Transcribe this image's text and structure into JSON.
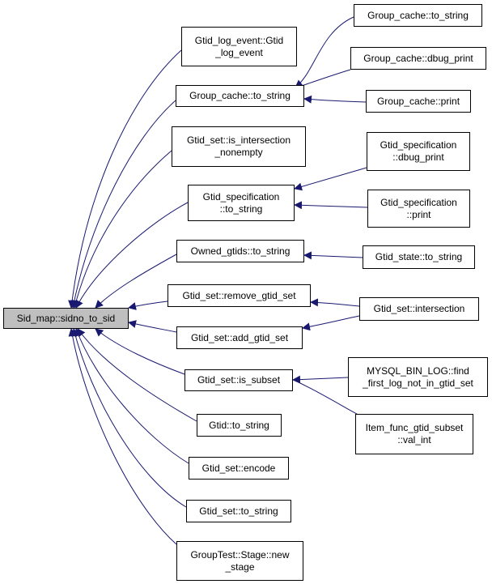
{
  "colors": {
    "edge": "#191970",
    "root_fill": "#bfbfbf",
    "node_fill": "#ffffff",
    "border": "#000000"
  },
  "nodes": {
    "root": "Sid_map::sidno_to_sid",
    "gtid_log_event": "Gtid_log_event::Gtid\n_log_event",
    "group_cache_to_string": "Group_cache::to_string",
    "gtid_set_is_intersection_nonempty": "Gtid_set::is_intersection\n_nonempty",
    "gtid_specification_to_string": "Gtid_specification\n::to_string",
    "owned_gtids_to_string": "Owned_gtids::to_string",
    "gtid_set_remove_gtid_set": "Gtid_set::remove_gtid_set",
    "gtid_set_add_gtid_set": "Gtid_set::add_gtid_set",
    "gtid_set_is_subset": "Gtid_set::is_subset",
    "gtid_to_string": "Gtid::to_string",
    "gtid_set_encode": "Gtid_set::encode",
    "gtid_set_to_string": "Gtid_set::to_string",
    "grouptest_stage_new_stage": "GroupTest::Stage::new\n_stage",
    "group_cache_to_string_2": "Group_cache::to_string",
    "group_cache_dbug_print": "Group_cache::dbug_print",
    "group_cache_print": "Group_cache::print",
    "gtid_specification_dbug_print": "Gtid_specification\n::dbug_print",
    "gtid_specification_print": "Gtid_specification\n::print",
    "gtid_state_to_string": "Gtid_state::to_string",
    "gtid_set_intersection": "Gtid_set::intersection",
    "mysql_bin_log_find": "MYSQL_BIN_LOG::find\n_first_log_not_in_gtid_set",
    "item_func_gtid_subset_val_int": "Item_func_gtid_subset\n::val_int"
  }
}
